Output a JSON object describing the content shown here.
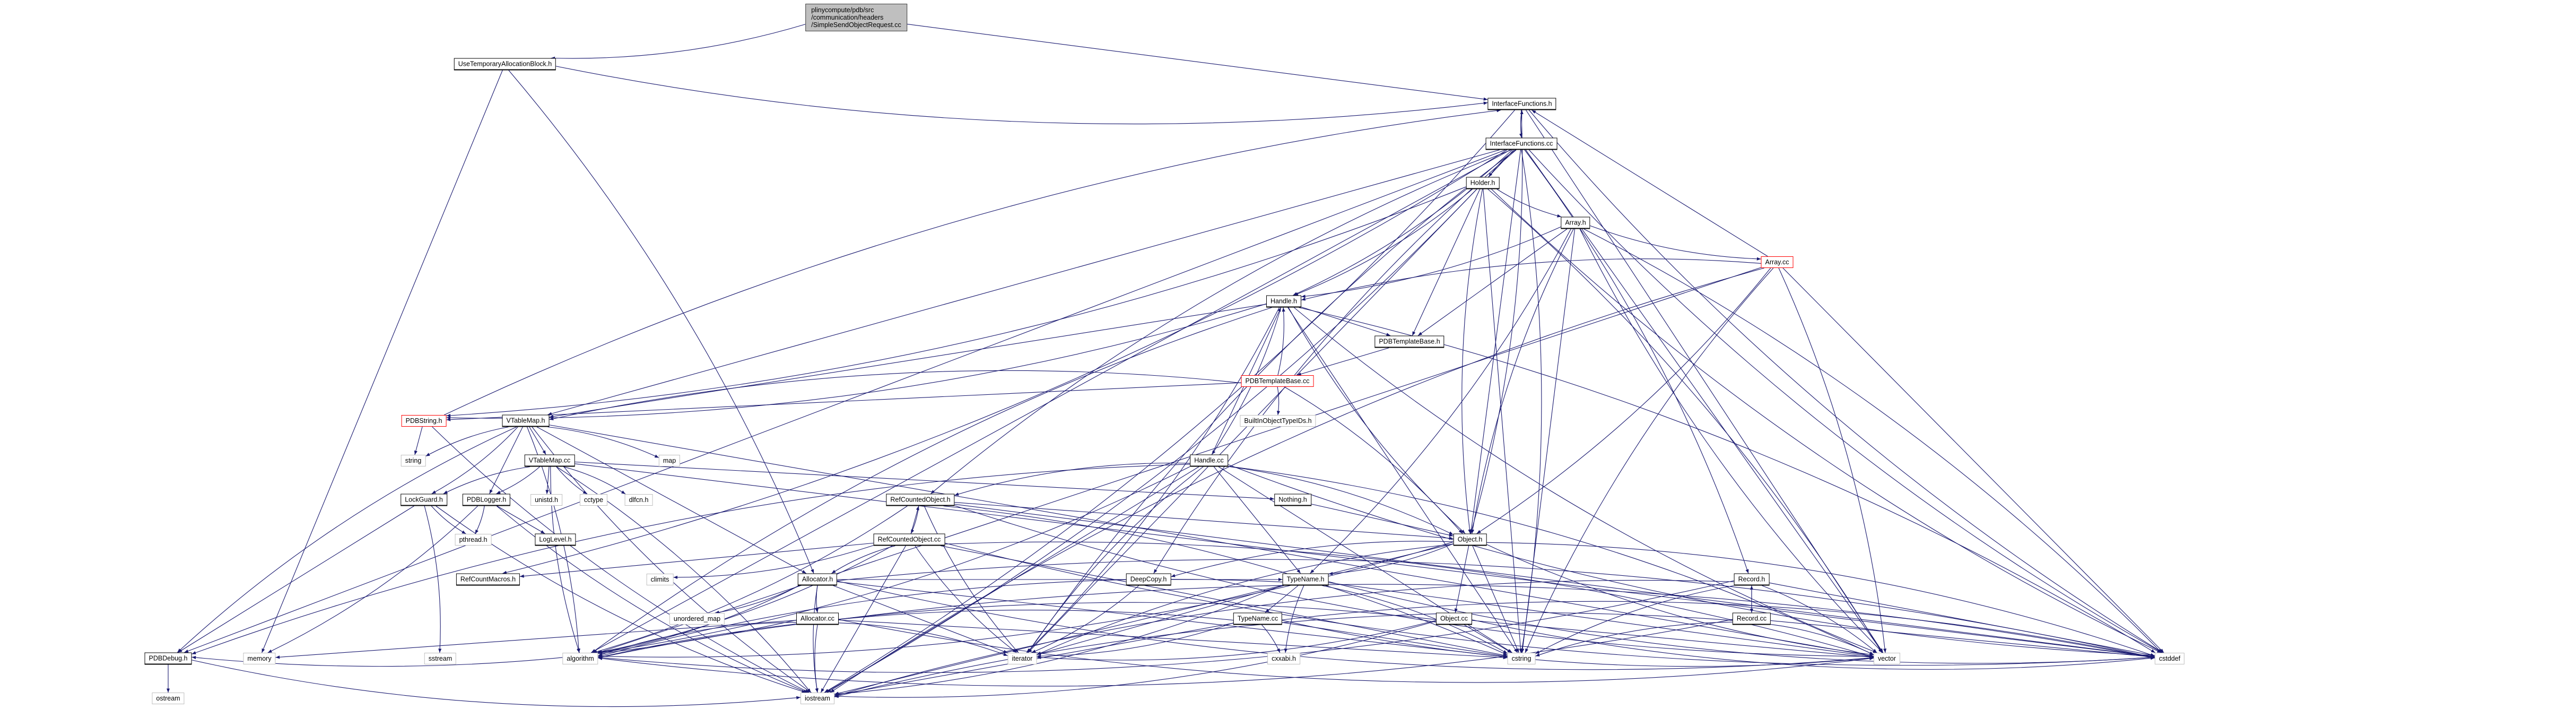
{
  "graph": {
    "edge_color": "#191970",
    "root": {
      "lines": [
        "plinycompute/pdb/src",
        "/communication/headers",
        "/SimpleSendObjectRequest.cc"
      ],
      "fill": "#bfbfbf",
      "includes": [
        "UseTemporaryAllocationBlock.h",
        "InterfaceFunctions.h"
      ]
    },
    "nodes": [
      {
        "label": "UseTemporaryAllocationBlock.h",
        "border": "#000000"
      },
      {
        "label": "InterfaceFunctions.h",
        "border": "#000000"
      },
      {
        "label": "InterfaceFunctions.cc",
        "border": "#000000"
      },
      {
        "label": "Holder.h",
        "border": "#000000"
      },
      {
        "label": "Array.h",
        "border": "#000000"
      },
      {
        "label": "Array.cc",
        "border": "#ff0000"
      },
      {
        "label": "Handle.h",
        "border": "#000000"
      },
      {
        "label": "PDBTemplateBase.h",
        "border": "#000000"
      },
      {
        "label": "PDBTemplateBase.cc",
        "border": "#ff0000"
      },
      {
        "label": "BuiltInObjectTypeIDs.h",
        "border": "#bfbfbf"
      },
      {
        "label": "PDBString.h",
        "border": "#ff0000"
      },
      {
        "label": "VTableMap.h",
        "border": "#000000"
      },
      {
        "label": "string",
        "border": "#bfbfbf"
      },
      {
        "label": "map",
        "border": "#bfbfbf"
      },
      {
        "label": "Handle.cc",
        "border": "#000000"
      },
      {
        "label": "VTableMap.cc",
        "border": "#000000"
      },
      {
        "label": "LockGuard.h",
        "border": "#000000"
      },
      {
        "label": "PDBLogger.h",
        "border": "#000000"
      },
      {
        "label": "unistd.h",
        "border": "#bfbfbf"
      },
      {
        "label": "cctype",
        "border": "#bfbfbf"
      },
      {
        "label": "dlfcn.h",
        "border": "#bfbfbf"
      },
      {
        "label": "RefCountedObject.h",
        "border": "#000000"
      },
      {
        "label": "Nothing.h",
        "border": "#000000"
      },
      {
        "label": "pthread.h",
        "border": "#bfbfbf"
      },
      {
        "label": "LogLevel.h",
        "border": "#000000"
      },
      {
        "label": "RefCountedObject.cc",
        "border": "#000000"
      },
      {
        "label": "Object.h",
        "border": "#000000"
      },
      {
        "label": "RefCountMacros.h",
        "border": "#000000"
      },
      {
        "label": "climits",
        "border": "#bfbfbf"
      },
      {
        "label": "Allocator.h",
        "border": "#000000"
      },
      {
        "label": "DeepCopy.h",
        "border": "#000000"
      },
      {
        "label": "TypeName.h",
        "border": "#000000"
      },
      {
        "label": "Record.h",
        "border": "#000000"
      },
      {
        "label": "unordered_map",
        "border": "#bfbfbf"
      },
      {
        "label": "Allocator.cc",
        "border": "#000000"
      },
      {
        "label": "TypeName.cc",
        "border": "#000000"
      },
      {
        "label": "Object.cc",
        "border": "#000000"
      },
      {
        "label": "Record.cc",
        "border": "#000000"
      },
      {
        "label": "PDBDebug.h",
        "border": "#000000"
      },
      {
        "label": "memory",
        "border": "#bfbfbf"
      },
      {
        "label": "sstream",
        "border": "#bfbfbf"
      },
      {
        "label": "algorithm",
        "border": "#bfbfbf"
      },
      {
        "label": "iterator",
        "border": "#bfbfbf"
      },
      {
        "label": "cxxabi.h",
        "border": "#bfbfbf"
      },
      {
        "label": "cstring",
        "border": "#bfbfbf"
      },
      {
        "label": "vector",
        "border": "#bfbfbf"
      },
      {
        "label": "cstddef",
        "border": "#bfbfbf"
      },
      {
        "label": "ostream",
        "border": "#bfbfbf"
      },
      {
        "label": "iostream",
        "border": "#bfbfbf"
      }
    ],
    "edges": [
      [
        "UseTemporaryAllocationBlock.h",
        "InterfaceFunctions.h"
      ],
      [
        "UseTemporaryAllocationBlock.h",
        "Allocator.h"
      ],
      [
        "UseTemporaryAllocationBlock.h",
        "memory"
      ],
      [
        "InterfaceFunctions.h",
        "InterfaceFunctions.cc"
      ],
      [
        "InterfaceFunctions.h",
        "Object.h"
      ],
      [
        "InterfaceFunctions.h",
        "vector"
      ],
      [
        "InterfaceFunctions.h",
        "cstddef"
      ],
      [
        "InterfaceFunctions.h",
        "iostream"
      ],
      [
        "InterfaceFunctions.cc",
        "InterfaceFunctions.h"
      ],
      [
        "InterfaceFunctions.cc",
        "Holder.h"
      ],
      [
        "InterfaceFunctions.cc",
        "Handle.h"
      ],
      [
        "InterfaceFunctions.cc",
        "VTableMap.h"
      ],
      [
        "InterfaceFunctions.cc",
        "RefCountedObject.h"
      ],
      [
        "InterfaceFunctions.cc",
        "RefCountMacros.h"
      ],
      [
        "InterfaceFunctions.cc",
        "PDBDebug.h"
      ],
      [
        "InterfaceFunctions.cc",
        "iterator"
      ],
      [
        "InterfaceFunctions.cc",
        "cstring"
      ],
      [
        "InterfaceFunctions.cc",
        "vector"
      ],
      [
        "InterfaceFunctions.cc",
        "cstddef"
      ],
      [
        "InterfaceFunctions.cc",
        "Record.h"
      ],
      [
        "InterfaceFunctions.cc",
        "Object.h"
      ],
      [
        "InterfaceFunctions.cc",
        "DeepCopy.h"
      ],
      [
        "InterfaceFunctions.cc",
        "iostream"
      ],
      [
        "InterfaceFunctions.cc",
        "algorithm"
      ],
      [
        "Holder.h",
        "Array.h"
      ],
      [
        "Holder.h",
        "Handle.h"
      ],
      [
        "Holder.h",
        "PDBTemplateBase.h"
      ],
      [
        "Holder.h",
        "Object.h"
      ],
      [
        "Holder.h",
        "PDBString.h"
      ],
      [
        "Holder.h",
        "iterator"
      ],
      [
        "Holder.h",
        "cstddef"
      ],
      [
        "Holder.h",
        "vector"
      ],
      [
        "Holder.h",
        "cstring"
      ],
      [
        "Array.h",
        "Array.cc"
      ],
      [
        "Array.h",
        "Handle.h"
      ],
      [
        "Array.h",
        "PDBTemplateBase.h"
      ],
      [
        "Array.h",
        "Object.h"
      ],
      [
        "Array.h",
        "TypeName.h"
      ],
      [
        "Array.h",
        "cstring"
      ],
      [
        "Array.h",
        "vector"
      ],
      [
        "Array.h",
        "cstddef"
      ],
      [
        "Array.cc",
        "InterfaceFunctions.h"
      ],
      [
        "Array.cc",
        "Handle.h"
      ],
      [
        "Array.cc",
        "Object.h"
      ],
      [
        "Array.cc",
        "algorithm"
      ],
      [
        "Array.cc",
        "cstring"
      ],
      [
        "Array.cc",
        "vector"
      ],
      [
        "Array.cc",
        "cstddef"
      ],
      [
        "Array.cc",
        "iostream"
      ],
      [
        "Handle.h",
        "Handle.cc"
      ],
      [
        "Handle.h",
        "PDBTemplateBase.h"
      ],
      [
        "Handle.h",
        "Object.h"
      ],
      [
        "Handle.h",
        "PDBString.h"
      ],
      [
        "Handle.h",
        "VTableMap.h"
      ],
      [
        "Handle.h",
        "algorithm"
      ],
      [
        "Handle.h",
        "iterator"
      ],
      [
        "Handle.h",
        "cstring"
      ],
      [
        "Handle.h",
        "vector"
      ],
      [
        "Handle.h",
        "cstddef"
      ],
      [
        "PDBTemplateBase.h",
        "PDBTemplateBase.cc"
      ],
      [
        "PDBTemplateBase.cc",
        "Handle.h"
      ],
      [
        "PDBTemplateBase.cc",
        "BuiltInObjectTypeIDs.h"
      ],
      [
        "PDBTemplateBase.cc",
        "PDBString.h"
      ],
      [
        "PDBTemplateBase.cc",
        "VTableMap.h"
      ],
      [
        "PDBTemplateBase.cc",
        "Object.h"
      ],
      [
        "PDBString.h",
        "string"
      ],
      [
        "PDBString.h",
        "iostream"
      ],
      [
        "PDBString.h",
        "InterfaceFunctions.h"
      ],
      [
        "VTableMap.h",
        "VTableMap.cc"
      ],
      [
        "VTableMap.h",
        "string"
      ],
      [
        "VTableMap.h",
        "map"
      ],
      [
        "VTableMap.h",
        "PDBLogger.h"
      ],
      [
        "VTableMap.h",
        "PDBDebug.h"
      ],
      [
        "VTableMap.h",
        "LockGuard.h"
      ],
      [
        "VTableMap.h",
        "Allocator.h"
      ],
      [
        "VTableMap.h",
        "iostream"
      ],
      [
        "VTableMap.h",
        "algorithm"
      ],
      [
        "VTableMap.h",
        "vector"
      ],
      [
        "VTableMap.cc",
        "LockGuard.h"
      ],
      [
        "VTableMap.cc",
        "PDBLogger.h"
      ],
      [
        "VTableMap.cc",
        "unistd.h"
      ],
      [
        "VTableMap.cc",
        "cctype"
      ],
      [
        "VTableMap.cc",
        "dlfcn.h"
      ],
      [
        "VTableMap.cc",
        "Nothing.h"
      ],
      [
        "VTableMap.cc",
        "algorithm"
      ],
      [
        "VTableMap.cc",
        "iostream"
      ],
      [
        "VTableMap.cc",
        "cstddef"
      ],
      [
        "LockGuard.h",
        "pthread.h"
      ],
      [
        "LockGuard.h",
        "sstream"
      ],
      [
        "LockGuard.h",
        "PDBDebug.h"
      ],
      [
        "LockGuard.h",
        "iostream"
      ],
      [
        "PDBLogger.h",
        "pthread.h"
      ],
      [
        "PDBLogger.h",
        "LogLevel.h"
      ],
      [
        "PDBLogger.h",
        "iostream"
      ],
      [
        "PDBLogger.h",
        "memory"
      ],
      [
        "Handle.cc",
        "Handle.h"
      ],
      [
        "Handle.cc",
        "RefCountedObject.h"
      ],
      [
        "Handle.cc",
        "Object.h"
      ],
      [
        "Handle.cc",
        "TypeName.h"
      ],
      [
        "Handle.cc",
        "iterator"
      ],
      [
        "Handle.cc",
        "algorithm"
      ],
      [
        "Handle.cc",
        "iostream"
      ],
      [
        "Handle.cc",
        "cstddef"
      ],
      [
        "Handle.cc",
        "vector"
      ],
      [
        "Handle.cc",
        "cstring"
      ],
      [
        "Handle.cc",
        "PDBDebug.h"
      ],
      [
        "RefCountedObject.h",
        "RefCountedObject.cc"
      ],
      [
        "RefCountedObject.h",
        "Object.h"
      ],
      [
        "RefCountedObject.h",
        "iterator"
      ],
      [
        "RefCountedObject.h",
        "algorithm"
      ],
      [
        "RefCountedObject.h",
        "cstddef"
      ],
      [
        "RefCountedObject.h",
        "vector"
      ],
      [
        "RefCountedObject.h",
        "cstring"
      ],
      [
        "RefCountedObject.cc",
        "RefCountedObject.h"
      ],
      [
        "RefCountedObject.cc",
        "Allocator.h"
      ],
      [
        "RefCountedObject.cc",
        "climits"
      ],
      [
        "RefCountedObject.cc",
        "RefCountMacros.h"
      ],
      [
        "RefCountedObject.cc",
        "iterator"
      ],
      [
        "RefCountedObject.cc",
        "algorithm"
      ],
      [
        "RefCountedObject.cc",
        "cstring"
      ],
      [
        "RefCountedObject.cc",
        "cstddef"
      ],
      [
        "RefCountedObject.cc",
        "vector"
      ],
      [
        "RefCountedObject.cc",
        "iostream"
      ],
      [
        "Allocator.h",
        "Allocator.cc"
      ],
      [
        "Allocator.h",
        "unordered_map"
      ],
      [
        "Allocator.h",
        "iterator"
      ],
      [
        "Allocator.h",
        "iostream"
      ],
      [
        "Allocator.h",
        "algorithm"
      ],
      [
        "Allocator.h",
        "cstring"
      ],
      [
        "Allocator.h",
        "vector"
      ],
      [
        "Allocator.h",
        "cstddef"
      ],
      [
        "Allocator.h",
        "TypeName.h"
      ],
      [
        "Allocator.cc",
        "iostream"
      ],
      [
        "Allocator.cc",
        "PDBDebug.h"
      ],
      [
        "Allocator.cc",
        "memory"
      ],
      [
        "Allocator.cc",
        "algorithm"
      ],
      [
        "Allocator.cc",
        "iterator"
      ],
      [
        "Allocator.cc",
        "cstring"
      ],
      [
        "Allocator.cc",
        "vector"
      ],
      [
        "Allocator.cc",
        "cstddef"
      ],
      [
        "Object.h",
        "Object.cc"
      ],
      [
        "Object.h",
        "DeepCopy.h"
      ],
      [
        "Object.h",
        "TypeName.h"
      ],
      [
        "Object.h",
        "cstring"
      ],
      [
        "Object.h",
        "iterator"
      ],
      [
        "Object.h",
        "algorithm"
      ],
      [
        "Object.h",
        "iostream"
      ],
      [
        "Object.h",
        "vector"
      ],
      [
        "Object.h",
        "cstddef"
      ],
      [
        "TypeName.h",
        "TypeName.cc"
      ],
      [
        "TypeName.h",
        "cxxabi.h"
      ],
      [
        "TypeName.h",
        "cstring"
      ],
      [
        "TypeName.h",
        "iterator"
      ],
      [
        "TypeName.h",
        "algorithm"
      ],
      [
        "TypeName.h",
        "iostream"
      ],
      [
        "TypeName.h",
        "vector"
      ],
      [
        "TypeName.h",
        "cstddef"
      ],
      [
        "TypeName.cc",
        "cxxabi.h"
      ],
      [
        "TypeName.cc",
        "cstring"
      ],
      [
        "TypeName.cc",
        "algorithm"
      ],
      [
        "TypeName.cc",
        "iterator"
      ],
      [
        "TypeName.cc",
        "iostream"
      ],
      [
        "TypeName.cc",
        "vector"
      ],
      [
        "TypeName.cc",
        "cstddef"
      ],
      [
        "Object.cc",
        "cstring"
      ],
      [
        "Object.cc",
        "algorithm"
      ],
      [
        "Object.cc",
        "iostream"
      ],
      [
        "Object.cc",
        "vector"
      ],
      [
        "Object.cc",
        "cstddef"
      ],
      [
        "Object.cc",
        "iterator"
      ],
      [
        "Record.h",
        "Record.cc"
      ],
      [
        "Record.h",
        "cstring"
      ],
      [
        "Record.h",
        "vector"
      ],
      [
        "Record.h",
        "cstddef"
      ],
      [
        "Record.h",
        "iostream"
      ],
      [
        "Record.h",
        "algorithm"
      ],
      [
        "Record.cc",
        "Record.h"
      ],
      [
        "Record.cc",
        "cstring"
      ],
      [
        "Record.cc",
        "vector"
      ],
      [
        "Record.cc",
        "cstddef"
      ],
      [
        "Record.cc",
        "iostream"
      ],
      [
        "Record.cc",
        "algorithm"
      ],
      [
        "PDBDebug.h",
        "ostream"
      ],
      [
        "PDBDebug.h",
        "iostream"
      ],
      [
        "DeepCopy.h",
        "iterator"
      ],
      [
        "Nothing.h",
        "Object.h"
      ]
    ]
  }
}
